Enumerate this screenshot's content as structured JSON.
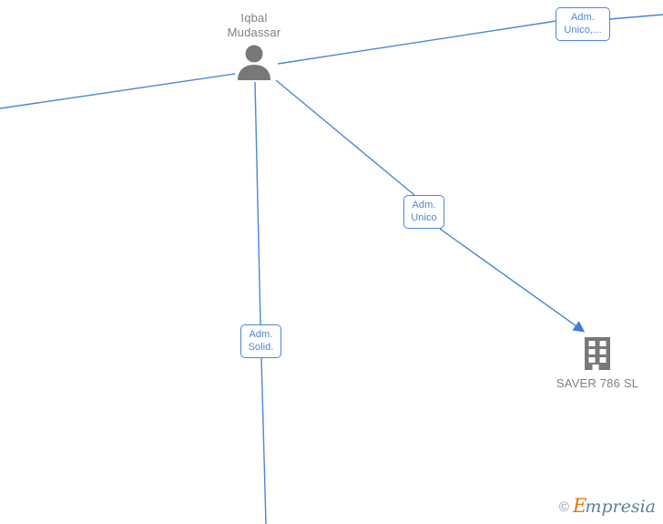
{
  "graph": {
    "background_color": "#ffffff",
    "edge_color": "#4a86d8",
    "node_text_color": "#808080",
    "nodes": [
      {
        "id": "person",
        "type": "person",
        "icon": "person-icon",
        "label": "Iqbal\nMudassar"
      },
      {
        "id": "company",
        "type": "company",
        "icon": "building-icon",
        "label": "SAVER 786  SL"
      }
    ],
    "edge_labels": [
      {
        "id": "unico-top",
        "text": "Adm.\nUnico,..."
      },
      {
        "id": "unico-mid",
        "text": "Adm.\nUnico"
      },
      {
        "id": "solid",
        "text": "Adm.\nSolid."
      }
    ]
  },
  "watermark": {
    "copyright": "©",
    "brand_initial": "E",
    "brand_rest": "mpresia",
    "initial_color": "#e8730f",
    "rest_color": "#5b7fa6"
  }
}
